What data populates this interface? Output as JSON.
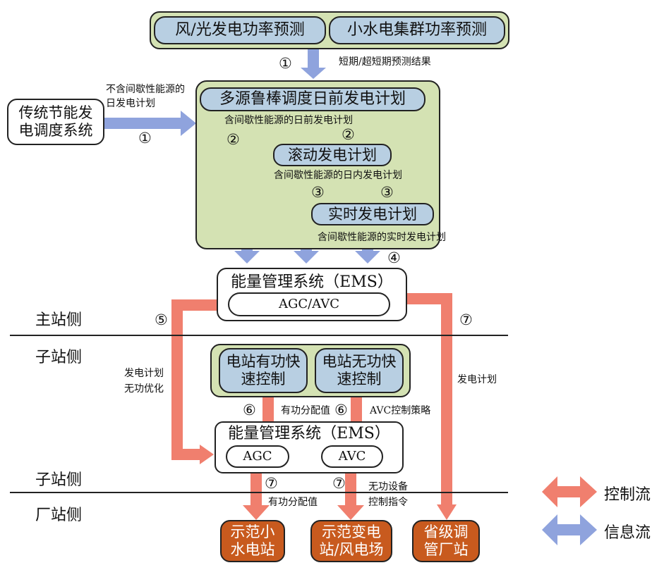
{
  "top_forecast": {
    "wind_solar": "风/光发电功率预测",
    "small_hydro": "小水电集群功率预测"
  },
  "traditional_system": "传统节能发电调度系统",
  "planning": {
    "day_ahead": "多源鲁棒调度日前发电计划",
    "rolling": "滚动发电计划",
    "realtime": "实时发电计划"
  },
  "ems_master": {
    "title": "能量管理系统（EMS）",
    "agc_avc": "AGC/AVC"
  },
  "substation_control": {
    "active": "电站有功快速控制",
    "reactive": "电站无功快速控制"
  },
  "ems_sub": {
    "title": "能量管理系统（EMS）",
    "agc": "AGC",
    "avc": "AVC"
  },
  "plants": {
    "small_hydro": "示范小水电站",
    "substation_wind": "示范变电站/风电场",
    "provincial": "省级调管厂站"
  },
  "side_labels": {
    "master": "主站侧",
    "substation_1": "子站侧",
    "substation_2": "子站侧",
    "plant": "厂站侧"
  },
  "annotations": {
    "forecast_result": "短期/超短期预测结果",
    "no_intermittent": "不含间歇性能源的日发电计划",
    "intermittent_day_ahead": "含间歇性能源的日前发电计划",
    "intermittent_intraday": "含间歇性能源的日内发电计划",
    "intermittent_realtime": "含间歇性能源的实时发电计划",
    "gen_plan_reactive": "发电计划无功优化",
    "gen_plan": "发电计划",
    "active_alloc": "有功分配值",
    "avc_strategy": "AVC控制策略",
    "active_alloc_2": "有功分配值",
    "reactive_cmd": "无功设备控制指令"
  },
  "step_numbers": {
    "n1_top": "①",
    "n1_left": "①",
    "n2_left": "②",
    "n2_mid": "②",
    "n3_a": "③",
    "n3_b": "③",
    "n4": "④",
    "n5": "⑤",
    "n6_a": "⑥",
    "n6_b": "⑥",
    "n7_right": "⑦",
    "n7_a": "⑦",
    "n7_b": "⑦"
  },
  "legend": {
    "control": "控制流",
    "info": "信息流"
  },
  "colors": {
    "info_arrow": "#8fa3dd",
    "control_arrow": "#f07f6e",
    "green_panel": "#d4e2b3",
    "blue_box": "#b8cfe2",
    "plant_box": "#c85a1e"
  }
}
